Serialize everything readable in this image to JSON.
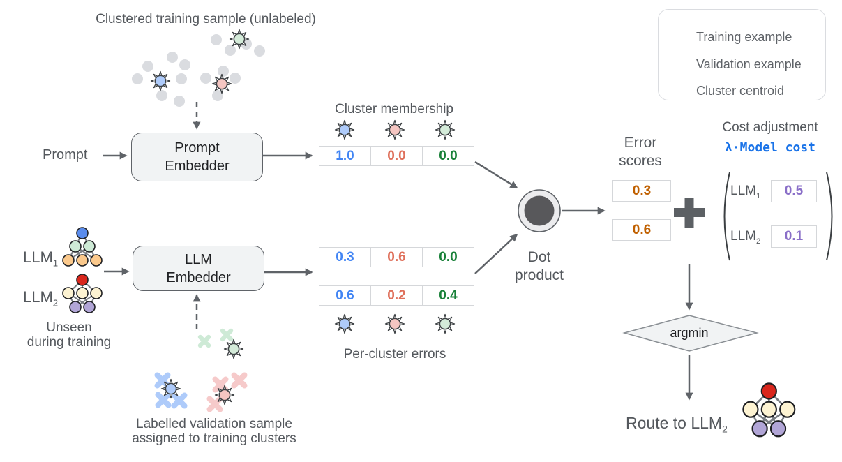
{
  "title": "Clustered training sample (unlabeled)",
  "legend": {
    "items": [
      {
        "icon": "training-example-dot",
        "label": "Training example"
      },
      {
        "icon": "validation-example-x",
        "label": "Validation example"
      },
      {
        "icon": "cluster-centroid-burst",
        "label": "Cluster centroid"
      }
    ]
  },
  "prompt": {
    "label": "Prompt"
  },
  "prompt_embedder": {
    "line1": "Prompt",
    "line2": "Embedder"
  },
  "cluster_membership": {
    "title": "Cluster membership",
    "values": [
      "1.0",
      "0.0",
      "0.0"
    ]
  },
  "llm_embedder": {
    "line1": "LLM",
    "line2": "Embedder"
  },
  "llms": {
    "llm1": {
      "name": "LLM",
      "sub": "1"
    },
    "llm2": {
      "name": "LLM",
      "sub": "2"
    },
    "caption_line1": "Unseen",
    "caption_line2": "during training"
  },
  "per_cluster_errors": {
    "title": "Per-cluster errors",
    "row1": [
      "0.3",
      "0.6",
      "0.0"
    ],
    "row2": [
      "0.6",
      "0.2",
      "0.4"
    ]
  },
  "validation": {
    "caption_line1": "Labelled validation sample",
    "caption_line2": "assigned to training clusters"
  },
  "dot_product": {
    "line1": "Dot",
    "line2": "product"
  },
  "error_scores": {
    "title_line1": "Error",
    "title_line2": "scores",
    "values": [
      "0.3",
      "0.6"
    ]
  },
  "cost_adjustment": {
    "title": "Cost adjustment",
    "formula": "λ·Model cost",
    "rows": [
      {
        "name": "LLM",
        "sub": "1",
        "value": "0.5"
      },
      {
        "name": "LLM",
        "sub": "2",
        "value": "0.1"
      }
    ]
  },
  "argmin_label": "argmin",
  "route": {
    "text": "Route to LLM",
    "sub": "2"
  },
  "colors": {
    "value_blue": "#4285f4",
    "value_red": "#df705b",
    "value_green": "#188038",
    "error_orange": "#c06000",
    "cost_purple": "#8a6fc8",
    "formula_blue": "#1a73e8",
    "arrow_gray": "#5f6368",
    "box_fill": "#f1f3f4"
  }
}
